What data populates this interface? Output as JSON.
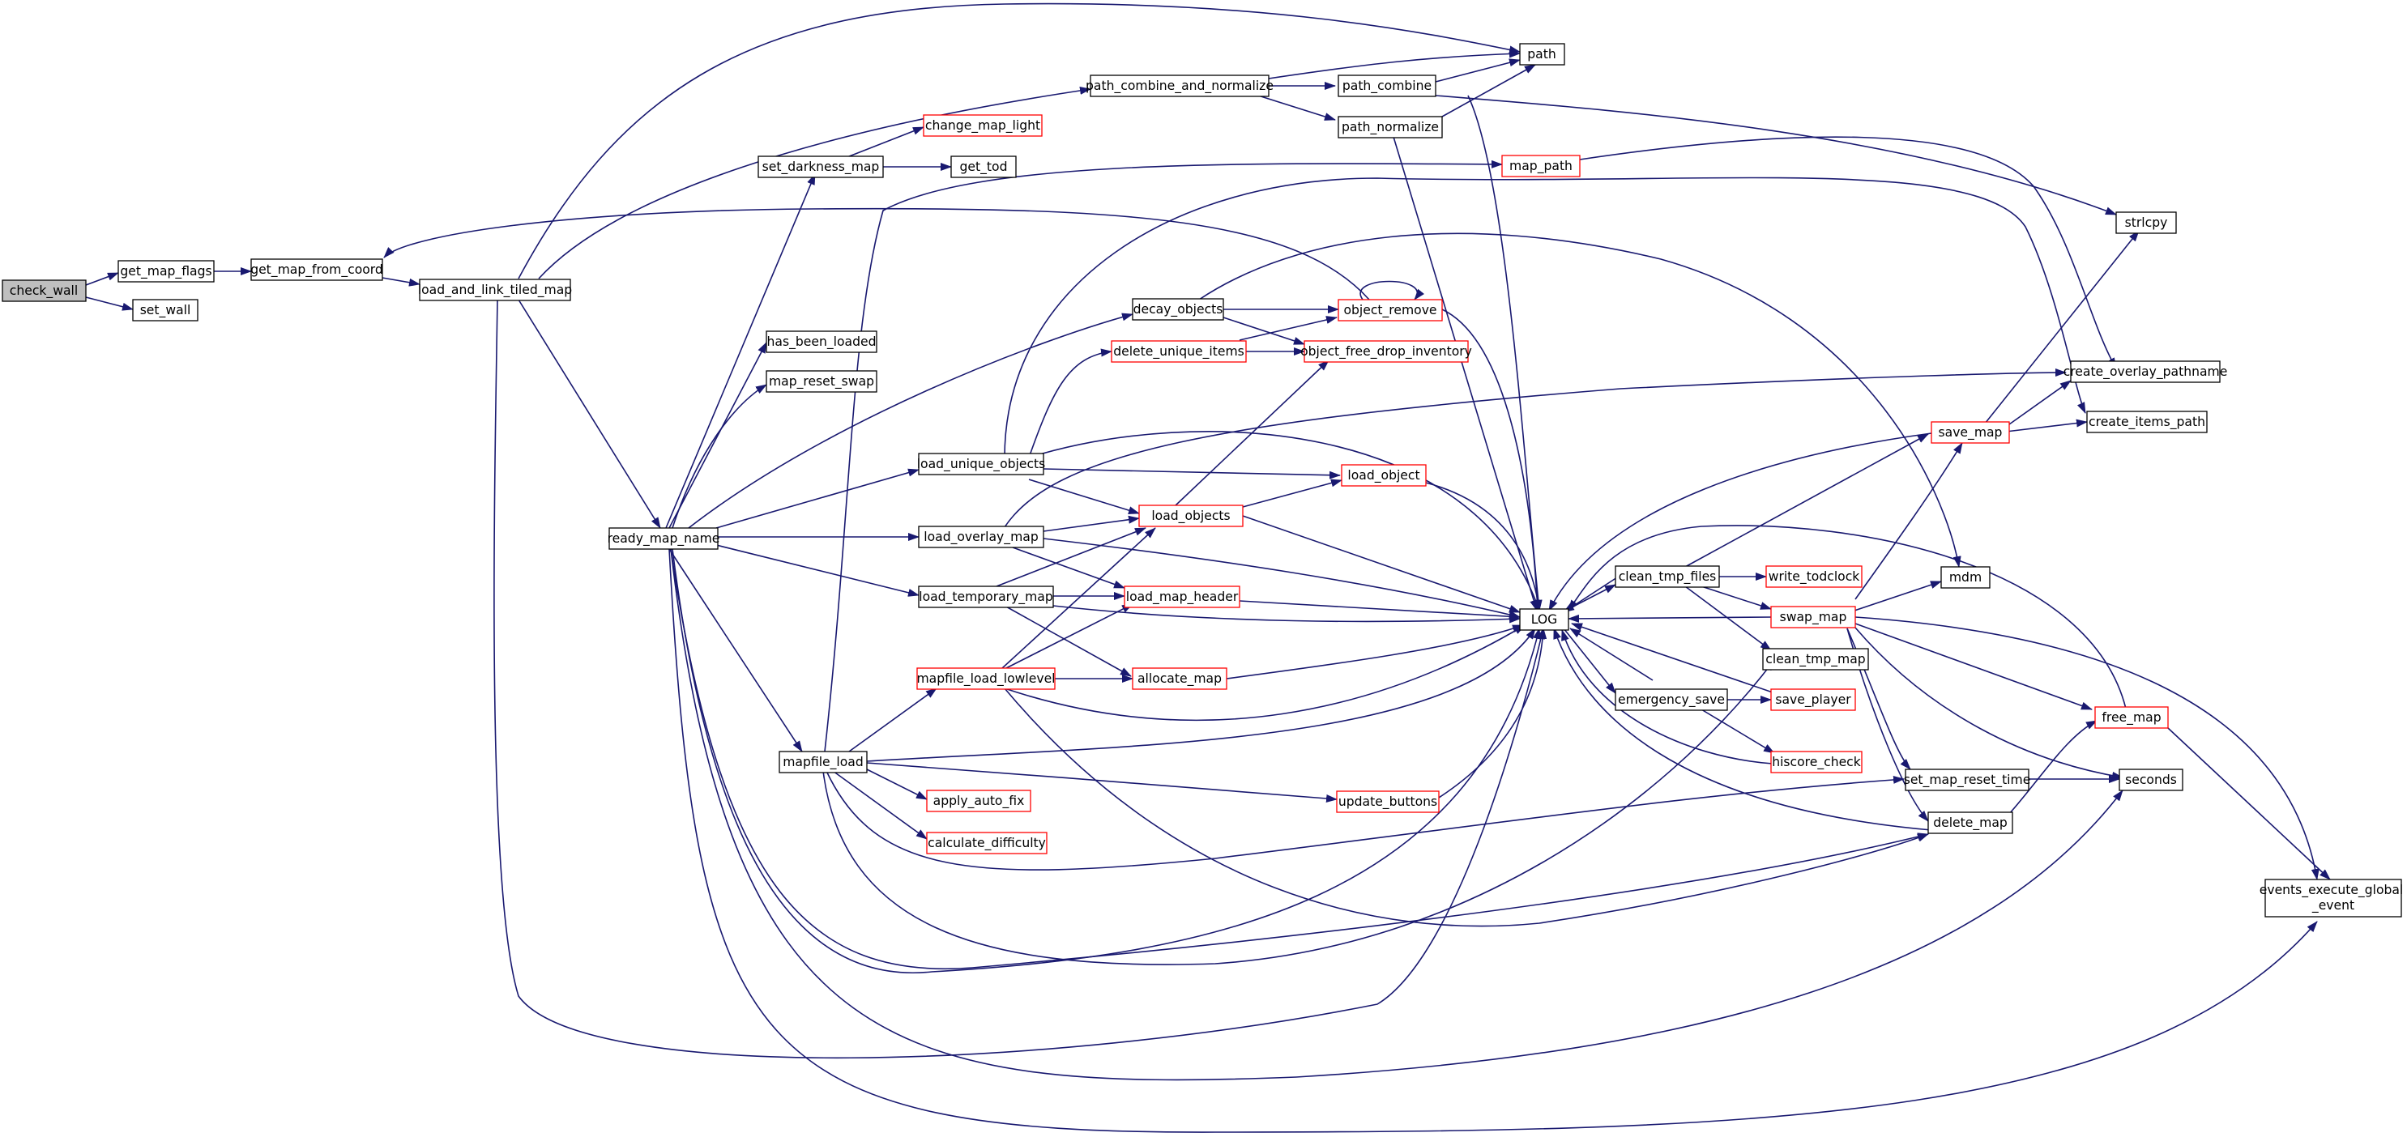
{
  "colors": {
    "edge": "#191970",
    "node_border_documented": "#000000",
    "node_border_undocumented": "#ff0000",
    "highlight_fill": "#bfbfbf",
    "node_fill": "#ffffff"
  },
  "nodes": [
    {
      "id": "check_wall",
      "label": "check_wall",
      "style": "highlight"
    },
    {
      "id": "get_map_flags",
      "label": "get_map_flags",
      "style": "normal"
    },
    {
      "id": "set_wall",
      "label": "set_wall",
      "style": "normal"
    },
    {
      "id": "get_map_from_coord",
      "label": "get_map_from_coord",
      "style": "normal"
    },
    {
      "id": "load_and_link_tiled_map",
      "label": "load_and_link_tiled_map",
      "style": "normal"
    },
    {
      "id": "path",
      "label": "path",
      "style": "normal"
    },
    {
      "id": "path_combine_and_normalize",
      "label": "path_combine_and_normalize",
      "style": "normal"
    },
    {
      "id": "ready_map_name",
      "label": "ready_map_name",
      "style": "normal"
    },
    {
      "id": "path_combine",
      "label": "path_combine",
      "style": "normal"
    },
    {
      "id": "path_normalize",
      "label": "path_normalize",
      "style": "normal"
    },
    {
      "id": "strlcpy",
      "label": "strlcpy",
      "style": "normal"
    },
    {
      "id": "LOG",
      "label": "LOG",
      "style": "normal"
    },
    {
      "id": "create_overlay_pathname",
      "label": "create_overlay_pathname",
      "style": "normal"
    },
    {
      "id": "decay_objects",
      "label": "decay_objects",
      "style": "normal"
    },
    {
      "id": "events_execute_global_event",
      "label": "events_execute_global\n_event",
      "style": "normal"
    },
    {
      "id": "has_been_loaded",
      "label": "has_been_loaded",
      "style": "normal"
    },
    {
      "id": "load_overlay_map",
      "label": "load_overlay_map",
      "style": "normal"
    },
    {
      "id": "load_temporary_map",
      "label": "load_temporary_map",
      "style": "normal"
    },
    {
      "id": "load_unique_objects",
      "label": "load_unique_objects",
      "style": "normal"
    },
    {
      "id": "map_path",
      "label": "map_path",
      "style": "undocumented"
    },
    {
      "id": "map_reset_swap",
      "label": "map_reset_swap",
      "style": "normal"
    },
    {
      "id": "mapfile_load",
      "label": "mapfile_load",
      "style": "normal"
    },
    {
      "id": "set_darkness_map",
      "label": "set_darkness_map",
      "style": "normal"
    },
    {
      "id": "set_map_reset_time",
      "label": "set_map_reset_time",
      "style": "normal"
    },
    {
      "id": "seconds",
      "label": "seconds",
      "style": "normal"
    },
    {
      "id": "swap_map",
      "label": "swap_map",
      "style": "undocumented"
    },
    {
      "id": "object_remove",
      "label": "object_remove",
      "style": "undocumented"
    },
    {
      "id": "object_free_drop_inventory",
      "label": "object_free_drop_inventory",
      "style": "undocumented"
    },
    {
      "id": "mdm",
      "label": "mdm",
      "style": "normal"
    },
    {
      "id": "clean_tmp_files",
      "label": "clean_tmp_files",
      "style": "normal"
    },
    {
      "id": "clean_tmp_map",
      "label": "clean_tmp_map",
      "style": "normal"
    },
    {
      "id": "emergency_save",
      "label": "emergency_save",
      "style": "normal"
    },
    {
      "id": "delete_map",
      "label": "delete_map",
      "style": "normal"
    },
    {
      "id": "free_map",
      "label": "free_map",
      "style": "undocumented"
    },
    {
      "id": "save_map",
      "label": "save_map",
      "style": "undocumented"
    },
    {
      "id": "write_todclock",
      "label": "write_todclock",
      "style": "undocumented"
    },
    {
      "id": "create_items_path",
      "label": "create_items_path",
      "style": "normal"
    },
    {
      "id": "hiscore_check",
      "label": "hiscore_check",
      "style": "undocumented"
    },
    {
      "id": "save_player",
      "label": "save_player",
      "style": "undocumented"
    },
    {
      "id": "load_object",
      "label": "load_object",
      "style": "undocumented"
    },
    {
      "id": "load_objects",
      "label": "load_objects",
      "style": "undocumented"
    },
    {
      "id": "allocate_map",
      "label": "allocate_map",
      "style": "undocumented"
    },
    {
      "id": "load_map_header",
      "label": "load_map_header",
      "style": "undocumented"
    },
    {
      "id": "delete_unique_items",
      "label": "delete_unique_items",
      "style": "undocumented"
    },
    {
      "id": "apply_auto_fix",
      "label": "apply_auto_fix",
      "style": "undocumented"
    },
    {
      "id": "calculate_difficulty",
      "label": "calculate_difficulty",
      "style": "undocumented"
    },
    {
      "id": "mapfile_load_lowlevel",
      "label": "mapfile_load_lowlevel",
      "style": "undocumented"
    },
    {
      "id": "update_buttons",
      "label": "update_buttons",
      "style": "undocumented"
    },
    {
      "id": "change_map_light",
      "label": "change_map_light",
      "style": "undocumented"
    },
    {
      "id": "get_tod",
      "label": "get_tod",
      "style": "normal"
    }
  ]
}
